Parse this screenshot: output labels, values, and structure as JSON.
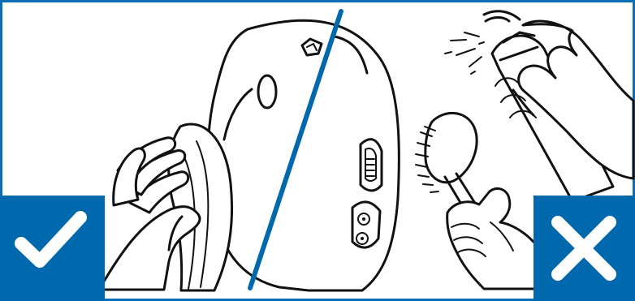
{
  "theme": {
    "brand_blue": "#0068ad",
    "frame_blue": "#0a6db7",
    "line_color": "#111111",
    "background": "#ffffff"
  },
  "scene": {
    "left_panel": {
      "status": "allowed",
      "icon": "check-icon",
      "action": "wipe-with-cloth"
    },
    "right_panel": {
      "status": "not-allowed",
      "icon": "cross-icon",
      "actions": [
        "spray-bottle",
        "brush"
      ]
    },
    "device_icon": "rounded-device"
  }
}
